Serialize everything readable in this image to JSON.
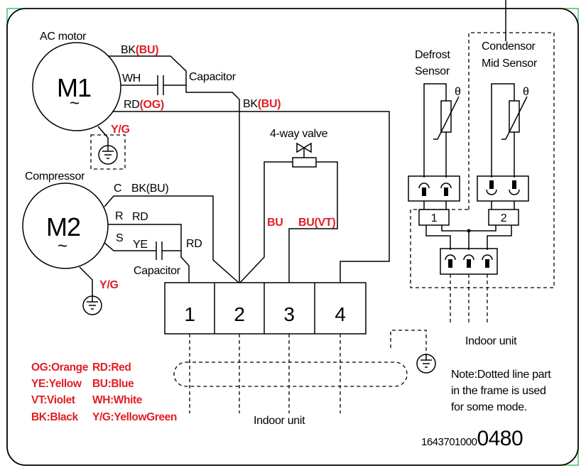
{
  "colors": {
    "wire": "#000000",
    "annotation_red": "#e31e24",
    "corner_mark": "#22b14c",
    "background": "#ffffff"
  },
  "ac_motor": {
    "title": "AC motor",
    "symbol": "M1",
    "ac_mark": "~",
    "wire_bk": {
      "code": "BK",
      "alt": "(BU)"
    },
    "wire_wh": "WH",
    "wire_rd": {
      "code": "RD",
      "alt": "(OG)"
    },
    "capacitor": "Capacitor",
    "wire_common": {
      "code": "BK",
      "alt": "(BU)"
    },
    "ground": "Y/G"
  },
  "valve": {
    "title": "4-way valve",
    "wire_left": "BU",
    "wire_right": "BU(VT)"
  },
  "compressor": {
    "title": "Compressor",
    "symbol": "M2",
    "ac_mark": "~",
    "pin_c": "C",
    "wire_c": "BK(BU)",
    "pin_r": "R",
    "wire_r": "RD",
    "pin_s": "S",
    "wire_s": "YE",
    "wire_run": "RD",
    "capacitor": "Capacitor",
    "ground": "Y/G"
  },
  "terminal_block": {
    "terminals": [
      "1",
      "2",
      "3",
      "4"
    ]
  },
  "sensors": {
    "defrost": {
      "title_line1": "Defrost",
      "title_line2": "Sensor",
      "symbol": "θ"
    },
    "condensor_mid": {
      "title_line1": "Condensor",
      "title_line2": "Mid Sensor",
      "symbol": "θ"
    },
    "plugs": [
      "1",
      "2"
    ],
    "indoor_unit": "Indoor unit"
  },
  "indoor_unit": "Indoor unit",
  "legend": [
    "OG:Orange",
    "RD:Red",
    "YE:Yellow",
    "BU:Blue",
    "VT:Violet",
    "WH:White",
    "BK:Black",
    "Y/G:YellowGreen"
  ],
  "note": [
    "Note:Dotted line part",
    "in the frame is used",
    "for some mode."
  ],
  "part_number": {
    "prefix": "1643701000",
    "suffix": "0480"
  }
}
